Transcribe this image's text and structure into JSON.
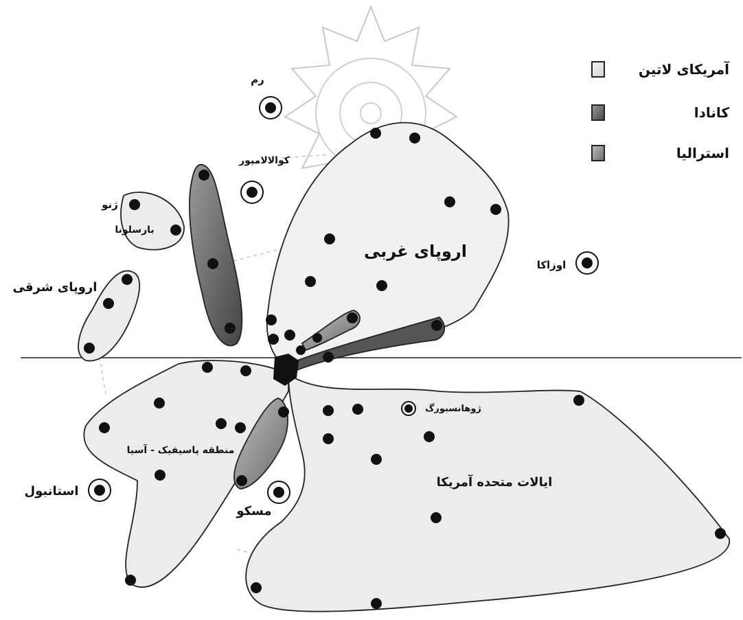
{
  "legend": {
    "items": [
      {
        "label": "آمریکای لاتین",
        "swatch_color": "#ececec"
      },
      {
        "label": "کانادا",
        "swatch_color": "#5a5a5a"
      },
      {
        "label": "استرالیا",
        "swatch_color": "#8a8a8a"
      }
    ]
  },
  "labels": {
    "rome": "رم",
    "kuala_lumpur": "کوالالامپور",
    "geneva": "ژنو",
    "barcelona": "بارسلونا",
    "eastern_europe": "اروپای شرقی",
    "western_europe": "اروپای غربی",
    "oaxaca": "اوزاکا",
    "johannesburg": "ژوهانسبورگ",
    "asia_pacific": "منطقه پاسیفیک - آسیا",
    "istanbul": "استانبول",
    "moscow": "مسکو",
    "united_states": "ایالات متحده آمریکا"
  },
  "colors": {
    "region_fill": "#ececec",
    "canada_fill": "#5a5a5a",
    "australia_fill": "#8a8a8a",
    "dot": "#111111",
    "outline": "#222222",
    "watermark": "#cccccc"
  }
}
